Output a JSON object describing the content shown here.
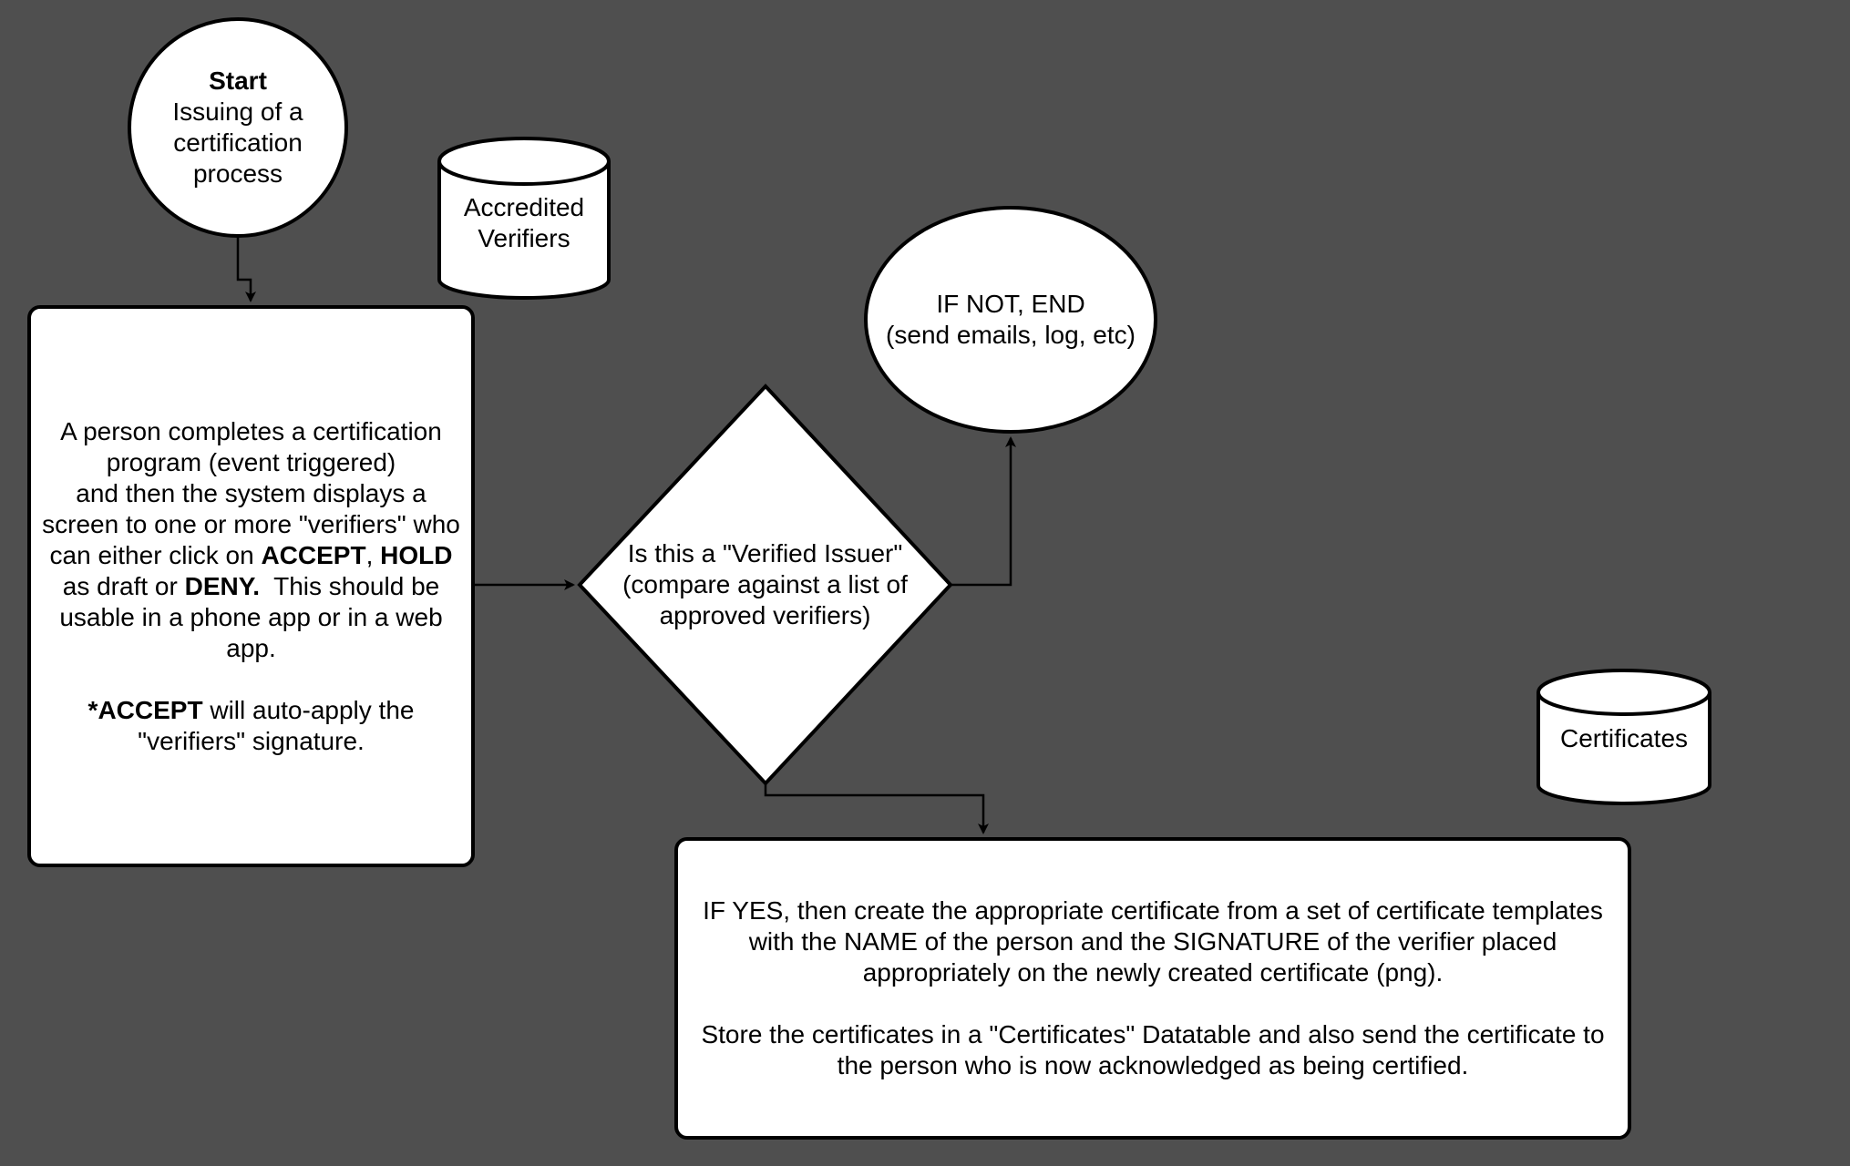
{
  "start": {
    "title": "Start",
    "lines": [
      "Issuing of a",
      "certification",
      "process"
    ]
  },
  "accredited_verifiers": {
    "lines": [
      "Accredited",
      "Verifiers"
    ]
  },
  "process_box": {
    "lines": [
      "A person completes a certification",
      "program (event triggered)",
      "and then the system displays a",
      "screen to one or more \"verifiers\" who"
    ],
    "line5_pre": "can either click on ",
    "accept": "ACCEPT",
    "comma": ", ",
    "hold": "HOLD",
    "line6_pre": "as draft or ",
    "deny": "DENY.",
    "line6_post": "  This should be",
    "line7": "usable in a phone app or in a web",
    "line8": "app.",
    "note_star": "*",
    "note_accept": "ACCEPT",
    "note_post": " will auto-apply the",
    "note_line2": "\"verifiers\" signature."
  },
  "decision": {
    "lines": [
      "Is this a \"Verified Issuer\"",
      "(compare against a list of",
      "approved verifiers)"
    ]
  },
  "end_node": {
    "lines": [
      "IF NOT, END",
      "(send emails, log, etc)"
    ]
  },
  "certificates_db": {
    "label": "Certificates"
  },
  "result_box": {
    "para1": [
      "IF YES, then create the appropriate certificate from a set of certificate templates",
      "with the NAME of the person and the SIGNATURE of the verifier placed",
      "appropriately on the newly created certificate (png)."
    ],
    "para2": [
      "Store the certificates in a \"Certificates\" Datatable and also send the certificate to",
      "the person who is now acknowledged as being certified."
    ]
  },
  "colors": {
    "background": "#4f4f4f",
    "shape_fill": "#ffffff",
    "stroke": "#000000"
  }
}
